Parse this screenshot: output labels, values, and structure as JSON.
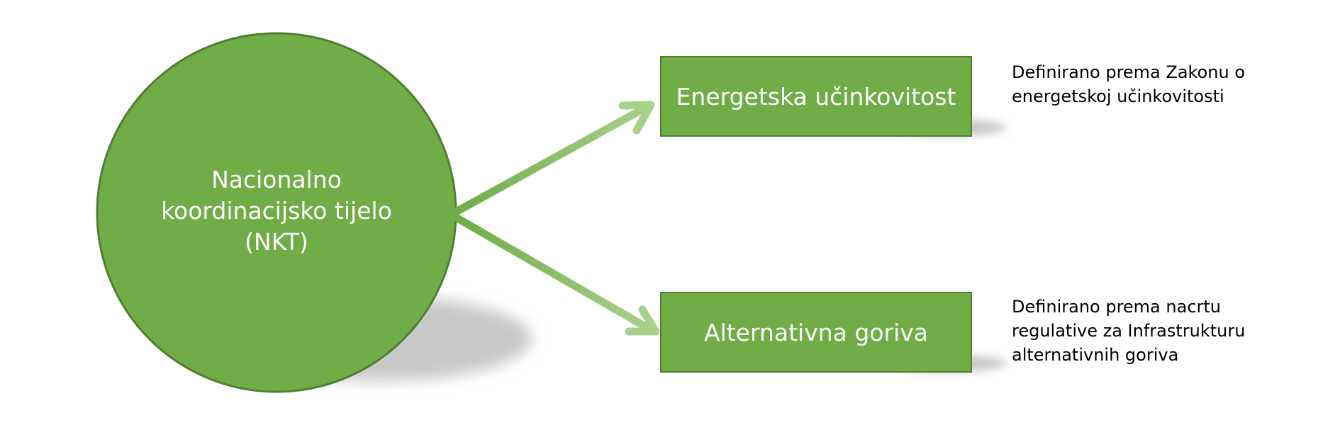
{
  "center_node": {
    "lines": [
      "Nacionalno",
      "koordinacijsko tijelo",
      "(NKT)"
    ]
  },
  "targets": [
    {
      "label": "Energetska učinkovitost",
      "note_lines": [
        "Definirano prema Zakonu o",
        "energetskoj učinkovitosti"
      ]
    },
    {
      "label": "Alternativna goriva",
      "note_lines": [
        "Definirano prema nacrtu",
        "regulative za Infrastrukturu",
        "alternativnih goriva"
      ]
    }
  ],
  "colors": {
    "node_fill": "#70ad47",
    "node_border": "#507e32",
    "arrow_start": "#70ad47",
    "arrow_end": "#a9d18e",
    "shadow": "#c8c8c8",
    "text_on_node": "#ffffff",
    "note_text": "#000000"
  }
}
